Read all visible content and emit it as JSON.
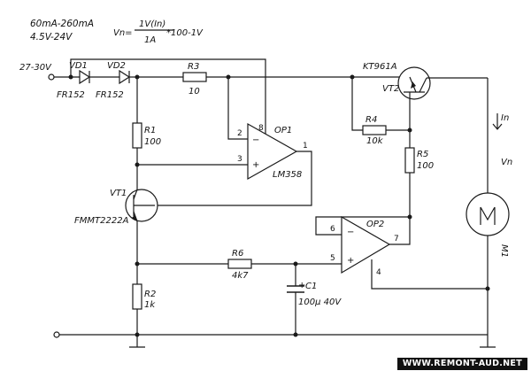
{
  "header": {
    "current_range": "60mA-260mA",
    "voltage_range": "4.5V-24V",
    "formula_lhs": "Vn=",
    "formula_num": "1V(In)",
    "formula_den": "1A",
    "formula_rest": "*100-1V"
  },
  "supply": {
    "input_label": "27-30V"
  },
  "components": {
    "vd1": {
      "ref": "VD1",
      "value": "FR152"
    },
    "vd2": {
      "ref": "VD2",
      "value": "FR152"
    },
    "r3": {
      "ref": "R3",
      "value": "10"
    },
    "r1": {
      "ref": "R1",
      "value": "100"
    },
    "r2": {
      "ref": "R2",
      "value": "1k"
    },
    "r4": {
      "ref": "R4",
      "value": "10k"
    },
    "r5": {
      "ref": "R5",
      "value": "100"
    },
    "r6": {
      "ref": "R6",
      "value": "4k7"
    },
    "c1": {
      "ref": "C1",
      "value": "100µ 40V",
      "polarity": "+"
    },
    "op1": {
      "ref": "OP1",
      "part": "LM358",
      "pin_8": "8",
      "pin_2": "2",
      "pin_3": "3",
      "pin_1": "1",
      "minus": "−",
      "plus": "+"
    },
    "op2": {
      "ref": "OP2",
      "pin_6": "6",
      "pin_5": "5",
      "pin_7": "7",
      "pin_4": "4",
      "minus": "−",
      "plus": "+"
    },
    "vt1": {
      "ref": "VT1",
      "part": "FMMT2222A"
    },
    "vt2": {
      "ref": "VT2",
      "part": "KT961A"
    },
    "m1": {
      "ref": "M1"
    }
  },
  "labels": {
    "current": "In",
    "voltage": "Vn"
  },
  "watermark": "WWW.REMONT-AUD.NET"
}
